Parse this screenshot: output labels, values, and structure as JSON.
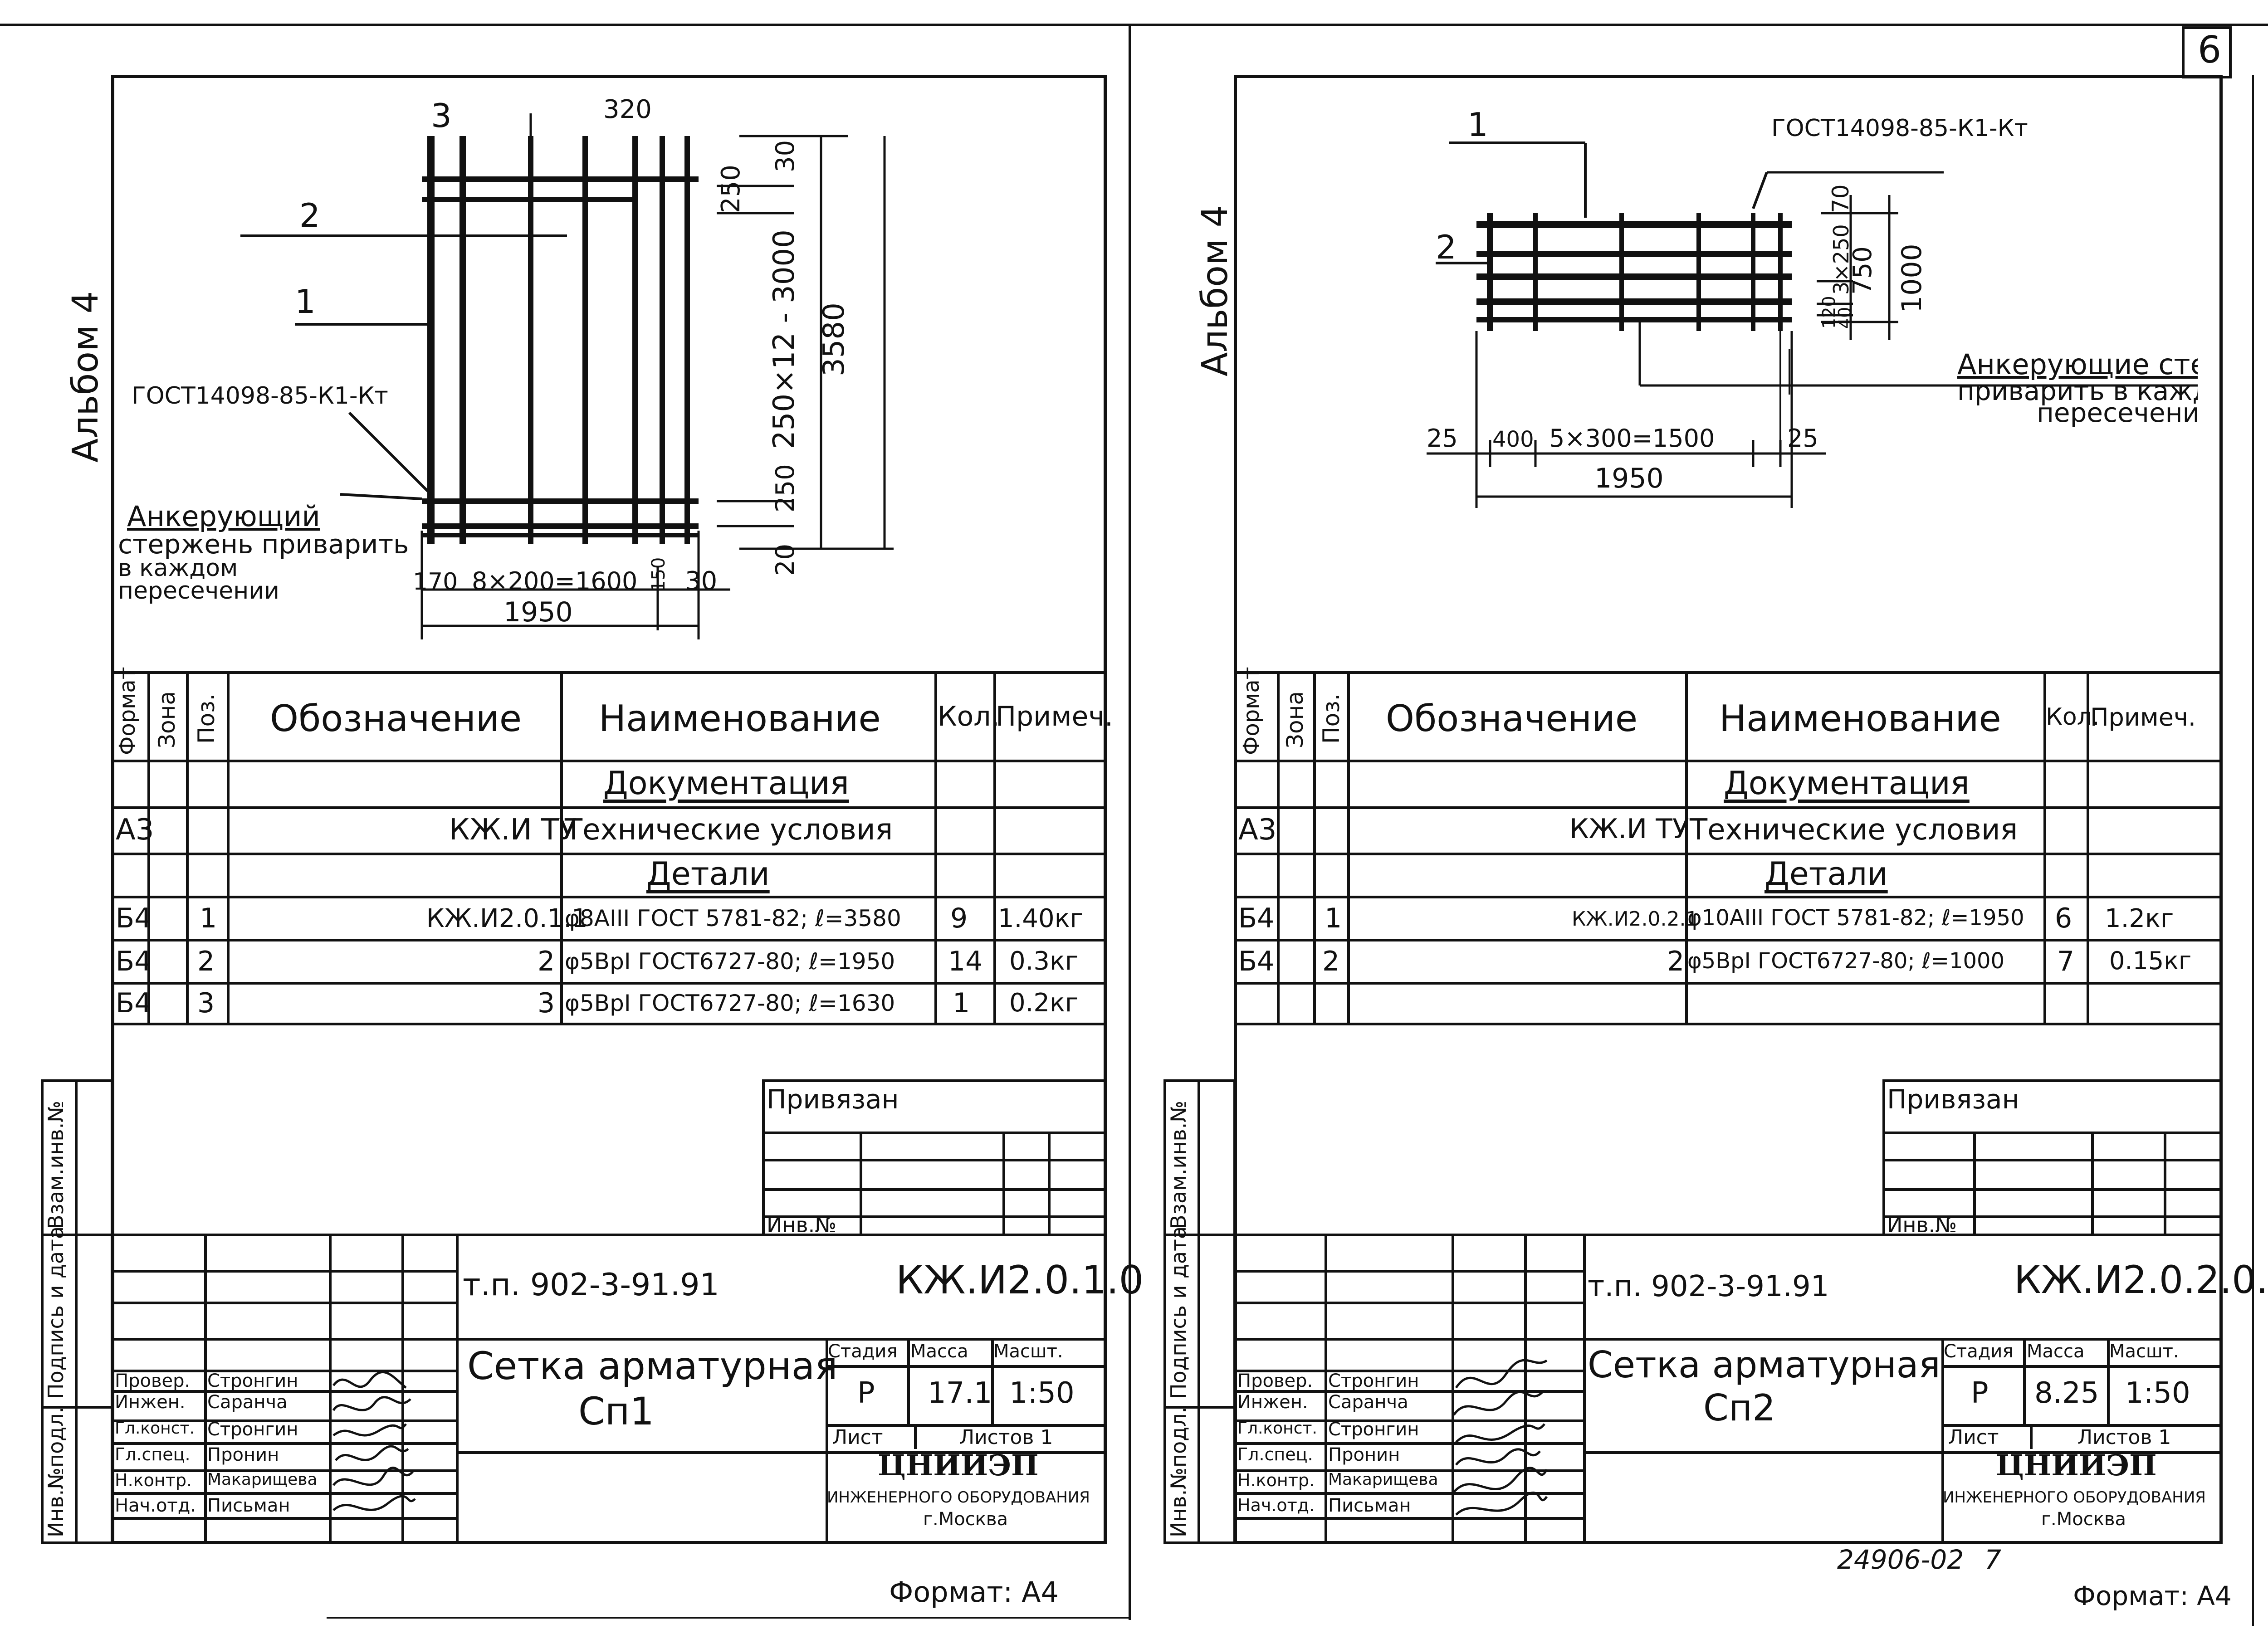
{
  "page_number": "6",
  "footer_code": "24906-02",
  "footer_page": "7",
  "sheets": [
    {
      "id": "left",
      "album": "Альбом 4",
      "drawing": {
        "gost_ref": "ГОСТ14098-85-К1-Кт",
        "pos_labels": [
          "1",
          "2",
          "3"
        ],
        "anchor_note": [
          "Анкерующий",
          "стержень приварить",
          "в каждом",
          "пересечении"
        ],
        "dims": [
          "320",
          "30",
          "250",
          "250×12 - 3000",
          "3580",
          "250",
          "20",
          "170",
          "8×200=1600",
          "150",
          "30",
          "1950"
        ]
      },
      "spec_headers": [
        "Формат",
        "Зона",
        "Поз.",
        "Обозначение",
        "Наименование",
        "Кол.",
        "Примеч."
      ],
      "spec_rows": [
        {
          "format": "",
          "zone": "",
          "pos": "",
          "designation": "",
          "name": "Документация",
          "qty": "",
          "note": "",
          "underline": true
        },
        {
          "format": "А3",
          "zone": "",
          "pos": "",
          "designation": "КЖ.И ТУ",
          "name": "Технические условия",
          "qty": "",
          "note": "",
          "underline": false
        },
        {
          "format": "",
          "zone": "",
          "pos": "",
          "designation": "",
          "name": "Детали",
          "qty": "",
          "note": "",
          "underline": true
        },
        {
          "format": "Б4",
          "zone": "",
          "pos": "1",
          "designation": "КЖ.И2.0.1.1",
          "name": "φ8AIII ГОСТ 5781-82; ℓ=3580",
          "qty": "9",
          "note": "1.40кг",
          "underline": false
        },
        {
          "format": "Б4",
          "zone": "",
          "pos": "2",
          "designation": "2",
          "name": "φ5BрI ГОСТ6727-80; ℓ=1950",
          "qty": "14",
          "note": "0.3кг",
          "underline": false
        },
        {
          "format": "Б4",
          "zone": "",
          "pos": "3",
          "designation": "3",
          "name": "φ5BрI ГОСТ6727-80; ℓ=1630",
          "qty": "1",
          "note": "0.2кг",
          "underline": false
        }
      ],
      "bound_label": "Привязан",
      "inv_label": "Инв.№",
      "side_labels": [
        "Взам.инв.№",
        "Подпись и дата",
        "Инв.№подл."
      ],
      "project": "т.п. 902-3-91.91",
      "code": "КЖ.И2.0.1.0",
      "title_line1": "Сетка арматурная",
      "title_line2": "Сп1",
      "stage_label": "Стадия",
      "mass_label": "Масса",
      "scale_label": "Масшт.",
      "stage": "Р",
      "mass": "17.1",
      "scale": "1:50",
      "sheet_label": "Лист",
      "sheets_label": "Листов 1",
      "org_name": "ЦНИИЭП",
      "org_sub": "ИНЖЕНЕРНОГО ОБОРУДОВАНИЯ",
      "org_city": "г.Москва",
      "people": [
        {
          "role": "Провер.",
          "name": "Стронгин"
        },
        {
          "role": "Инжен.",
          "name": "Саранча"
        },
        {
          "role": "Гл.конст.",
          "name": "Стронгин"
        },
        {
          "role": "Гл.спец.",
          "name": "Пронин"
        },
        {
          "role": "Н.контр.",
          "name": "Макарищева"
        },
        {
          "role": "Нач.отд.",
          "name": "Письман"
        }
      ],
      "format_label": "Формат: А4"
    },
    {
      "id": "right",
      "album": "Альбом 4",
      "drawing": {
        "gost_ref": "ГОСТ14098-85-К1-Кт",
        "pos_labels": [
          "1",
          "2"
        ],
        "anchor_note": [
          "Анкерующие стержни",
          "приварить в каждом",
          "пересечении"
        ],
        "dims": [
          "70",
          "3×250",
          "750",
          "1000",
          "120",
          "40",
          "25",
          "400",
          "5×300=1500",
          "25",
          "1950"
        ]
      },
      "spec_headers": [
        "Формат",
        "Зона",
        "Поз.",
        "Обозначение",
        "Наименование",
        "Кол.",
        "Примеч."
      ],
      "spec_rows": [
        {
          "format": "",
          "zone": "",
          "pos": "",
          "designation": "",
          "name": "Документация",
          "qty": "",
          "note": "",
          "underline": true
        },
        {
          "format": "А3",
          "zone": "",
          "pos": "",
          "designation": "КЖ.И ТУ",
          "name": "Технические условия",
          "qty": "",
          "note": "",
          "underline": false
        },
        {
          "format": "",
          "zone": "",
          "pos": "",
          "designation": "",
          "name": "Детали",
          "qty": "",
          "note": "",
          "underline": true
        },
        {
          "format": "Б4",
          "zone": "",
          "pos": "1",
          "designation": "КЖ.И2.0.2.1",
          "name": "φ10AIII ГОСТ 5781-82; ℓ=1950",
          "qty": "6",
          "note": "1.2кг",
          "underline": false
        },
        {
          "format": "Б4",
          "zone": "",
          "pos": "2",
          "designation": "2",
          "name": "φ5BрI ГОСТ6727-80; ℓ=1000",
          "qty": "7",
          "note": "0.15кг",
          "underline": false
        },
        {
          "format": "",
          "zone": "",
          "pos": "",
          "designation": "",
          "name": "",
          "qty": "",
          "note": "",
          "underline": false
        }
      ],
      "bound_label": "Привязан",
      "inv_label": "Инв.№",
      "side_labels": [
        "Взам.инв.№",
        "Подпись и дата",
        "Инв.№подл."
      ],
      "project": "т.п. 902-3-91.91",
      "code": "КЖ.И2.0.2.0.",
      "title_line1": "Сетка арматурная",
      "title_line2": "Сп2",
      "stage_label": "Стадия",
      "mass_label": "Масса",
      "scale_label": "Масшт.",
      "stage": "Р",
      "mass": "8.25",
      "scale": "1:50",
      "sheet_label": "Лист",
      "sheets_label": "Листов 1",
      "org_name": "ЦНИИЭП",
      "org_sub": "ИНЖЕНЕРНОГО ОБОРУДОВАНИЯ",
      "org_city": "г.Москва",
      "people": [
        {
          "role": "Провер.",
          "name": "Стронгин"
        },
        {
          "role": "Инжен.",
          "name": "Саранча"
        },
        {
          "role": "Гл.конст.",
          "name": "Стронгин"
        },
        {
          "role": "Гл.спец.",
          "name": "Пронин"
        },
        {
          "role": "Н.контр.",
          "name": "Макарищева"
        },
        {
          "role": "Нач.отд.",
          "name": "Письман"
        }
      ],
      "format_label": "Формат: А4"
    }
  ]
}
